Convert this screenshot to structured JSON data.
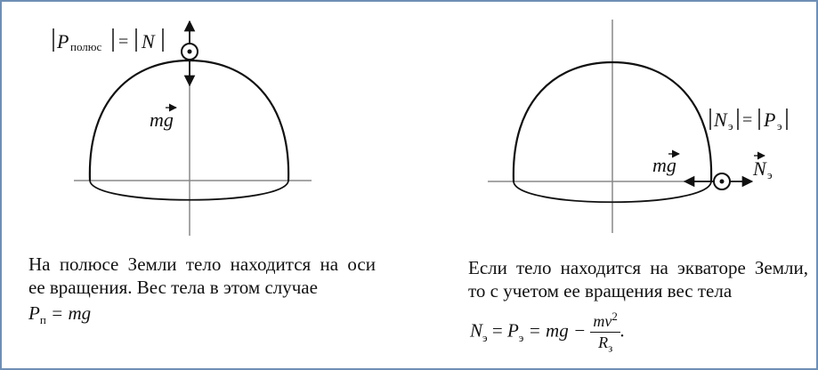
{
  "left_panel": {
    "label_abs_p": "P",
    "label_abs_p_sub": "полюс",
    "label_abs_n": "N",
    "label_mg": "mg",
    "caption_line1": "На полюсе Земли тело находится на оси",
    "caption_line2": "ее вращения. Вес тела в этом случае",
    "formula_p": "P",
    "formula_p_sub": "п",
    "formula_rhs": "= mg"
  },
  "right_panel": {
    "label_abs_n": "N",
    "label_abs_p": "P",
    "label_sub_e": "э",
    "label_mg": "mg",
    "label_n": "N",
    "caption_line1": "Если тело находится на экваторе Земли,",
    "caption_line2": "то с учетом ее вращения вес тела",
    "formula_n": "N",
    "formula_p": "P",
    "formula_sub_e": "э",
    "formula_mid": "= mg −",
    "frac_num": "mv",
    "frac_num_sup": "2",
    "frac_den": "R",
    "frac_den_sub": "з",
    "formula_end": "."
  },
  "colors": {
    "frame_border": "#6f8fb5",
    "line": "#111111",
    "axis": "#888888"
  }
}
